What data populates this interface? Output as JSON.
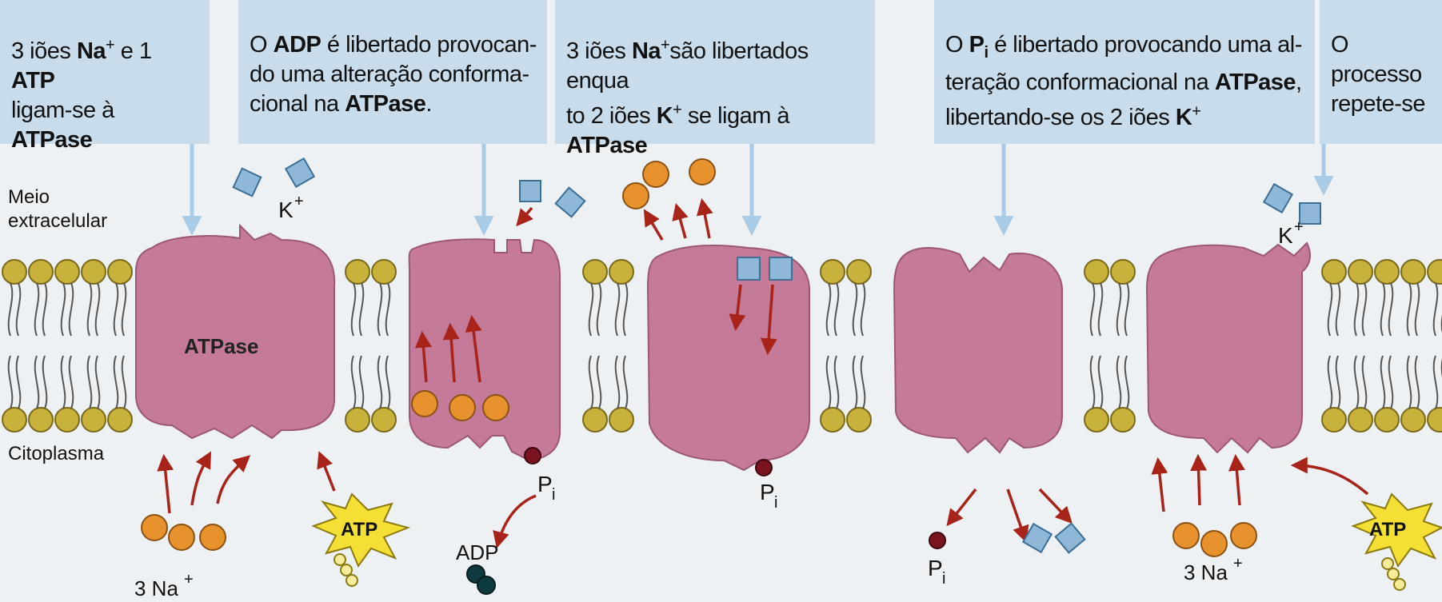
{
  "captions": [
    {
      "id": "step1",
      "lines": [
        [
          "3 iões ",
          "Na",
          "+",
          " e 1 ",
          "ATP"
        ],
        [
          "ligam-se à ",
          "ATPase",
          "",
          "",
          ""
        ]
      ]
    },
    {
      "id": "step2",
      "text_parts": [
        "O ",
        "ADP",
        " é libertado provocan-",
        "do uma alteração conforma-",
        "cional na ",
        "ATPase",
        "."
      ]
    },
    {
      "id": "step3",
      "text_parts": [
        "3 iões ",
        "Na",
        "+",
        "são libertados enqua",
        "to 2 iões ",
        "K",
        "+",
        " se ligam à ",
        "ATPase"
      ]
    },
    {
      "id": "step4",
      "text_parts": [
        "O ",
        "P",
        "i",
        " é libertado provocando uma al-",
        "teração conformacional na ",
        "ATPase",
        ",",
        "libertando-se os 2 iões ",
        "K",
        "+"
      ]
    },
    {
      "id": "step5",
      "text_parts": [
        "O processo",
        "repete-se"
      ]
    }
  ],
  "labels": {
    "meio": "Meio",
    "extracelular": "extracelular",
    "citoplasma": "Citoplasma",
    "atpase": "ATPase",
    "k_plus": "K",
    "plus": "+",
    "atp": "ATP",
    "adp": "ADP",
    "p": "P",
    "i": "i",
    "three_na": "3 Na"
  },
  "colors": {
    "caption_bg": "#c9dcec",
    "protein": "#c47a98",
    "lipid_head": "#c9b23c",
    "sodium": "#e8922e",
    "potassium": "#8fb8d8",
    "arrow": "#a8231a",
    "atp_burst": "#f4e034",
    "phosphate": "#7a1220",
    "adp_ball": "#0f3a40"
  }
}
